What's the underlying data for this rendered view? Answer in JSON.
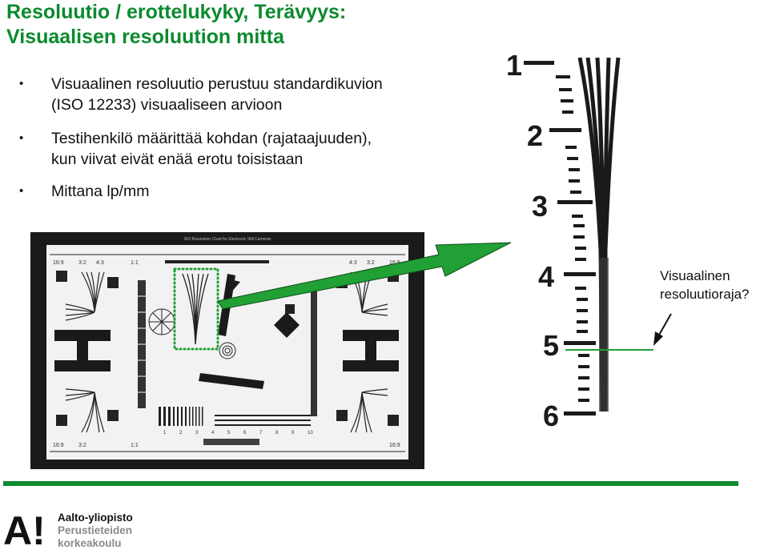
{
  "slide": {
    "title_line1": "Resoluutio / erottelukyky, Terävyys:",
    "title_line2": "Visuaalisen resoluution mitta",
    "bullets": [
      {
        "line1": "Visuaalinen resoluutio perustuu standardikuvion",
        "line2": "(ISO 12233) visuaaliseen arvioon"
      },
      {
        "line1": "Testihenkilö määrittää kohdan (rajataajuuden),",
        "line2": "kun viivat eivät enää erotu toisistaan"
      },
      {
        "line1": "Mittana lp/mm",
        "line2": ""
      }
    ],
    "bullet_symbol": "•",
    "callout_line1": "Visuaalinen",
    "callout_line2": "resoluutioraja?",
    "scale_numbers": [
      "1",
      "2",
      "3",
      "4",
      "5",
      "6"
    ],
    "chart_numbers_top": [
      "16:9",
      "3:2",
      "4:3",
      "1:1"
    ],
    "chart_numbers_bottom": [
      "1",
      "2",
      "3",
      "4",
      "5",
      "6",
      "7",
      "8",
      "9",
      "10"
    ],
    "chart_caption": "ISO Resolution Chart for Electronic Still Cameras"
  },
  "logo": {
    "mark": "A!",
    "line1": "Aalto-yliopisto",
    "line2": "Perustieteiden",
    "line3": "korkeakoulu"
  },
  "colors": {
    "accent_green": "#0b8a2e",
    "arrow_green": "#21a035",
    "text": "#111111"
  }
}
